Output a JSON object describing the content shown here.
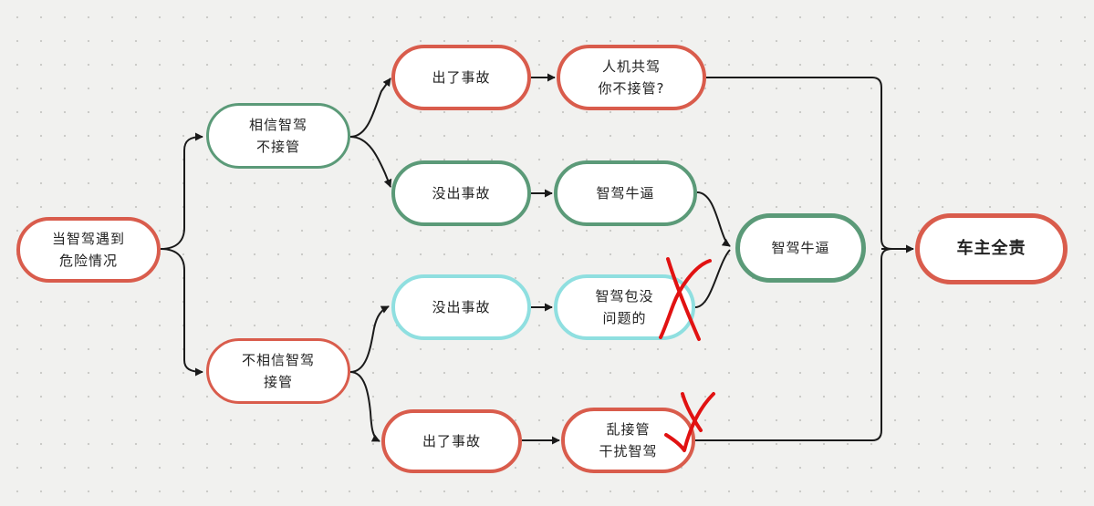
{
  "diagram": {
    "nodes": {
      "start": "当智驾遇到\n危险情况",
      "trust": "相信智驾\n不接管",
      "distrust": "不相信智驾\n接管",
      "trust_accident": "出了事故",
      "trust_no_accident": "没出事故",
      "distrust_no_accident": "没出事故",
      "distrust_accident": "出了事故",
      "human_machine": "人机共驾\n你不接管?",
      "awesome_1": "智驾牛逼",
      "guarantee": "智驾包没\n问题的",
      "interfere": "乱接管\n干扰智驾",
      "awesome_2": "智驾牛逼",
      "owner_liable": "车主全责"
    },
    "colors": {
      "red_border": "#d95c4c",
      "green_border": "#5b9a78",
      "cyan_border": "#8fdfe0",
      "connector": "#1a1a1a",
      "annotation": "#e11212",
      "background": "#f1f1ef"
    },
    "annotations": [
      "cross-mark",
      "check-mark"
    ]
  }
}
